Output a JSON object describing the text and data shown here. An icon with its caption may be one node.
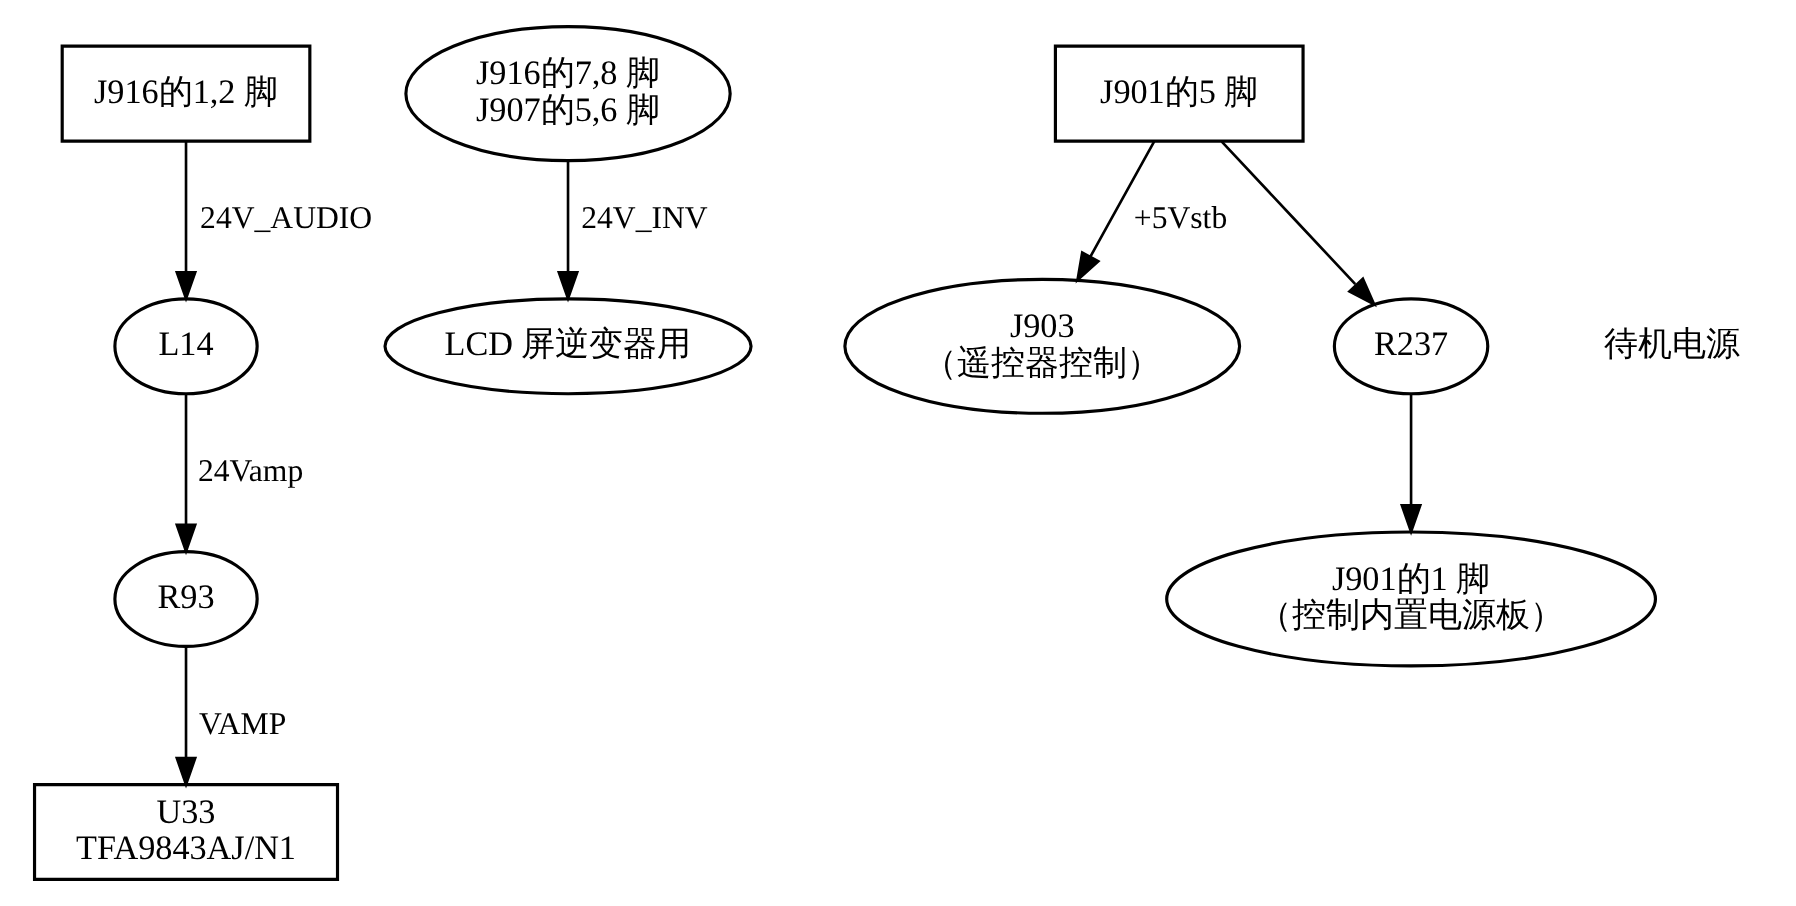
{
  "diagram": {
    "nodes": [
      {
        "text": [
          "J916的1,2 脚"
        ]
      },
      {
        "text": [
          "L14"
        ]
      },
      {
        "text": [
          "R93"
        ]
      },
      {
        "text": [
          "U33",
          "TFA9843AJ/N1"
        ]
      },
      {
        "text": [
          "J916的7,8 脚",
          "J907的5,6 脚"
        ]
      },
      {
        "text": [
          "LCD 屏逆变器用"
        ]
      },
      {
        "text": [
          "J901的5 脚"
        ]
      },
      {
        "text": [
          "J903",
          "（遥控器控制）"
        ]
      },
      {
        "text": [
          "R237"
        ]
      },
      {
        "text": [
          "J901的1 脚",
          "（控制内置电源板）"
        ]
      }
    ],
    "edges": [
      {
        "from": 0,
        "to": 1,
        "arrow": "to",
        "label": "24V_AUDIO"
      },
      {
        "from": 1,
        "to": 2,
        "arrow": "to",
        "label": "24Vamp"
      },
      {
        "from": 2,
        "to": 3,
        "arrow": "to",
        "label": "VAMP"
      },
      {
        "from": 4,
        "to": 5,
        "arrow": "to",
        "label": "24V_INV"
      },
      {
        "from": 6,
        "to": 7,
        "arrow": "to",
        "label": "+5Vstb"
      },
      {
        "from": 6,
        "to": 8,
        "arrow": "to"
      },
      {
        "from": 8,
        "to": 9,
        "arrow": "to"
      }
    ],
    "labels": [
      "待机电源"
    ]
  }
}
